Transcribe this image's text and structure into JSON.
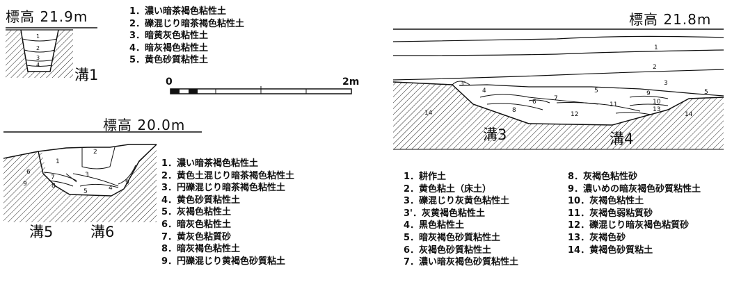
{
  "section_a": {
    "elevation": "標高 21.9m",
    "trench_label": "溝1",
    "layer_numbers": [
      "1",
      "2",
      "3",
      "4"
    ],
    "legend": [
      "1．濃い暗茶褐色粘性土",
      "2．礫混じり暗茶褐色粘性土",
      "3．暗黄灰色粘性土",
      "4．暗灰褐色粘性土",
      "5．黄色砂質粘性土"
    ]
  },
  "scale_bar": {
    "start_label": "0",
    "end_label": "2m"
  },
  "section_b": {
    "elevation": "標高 20.0m",
    "trench_labels": [
      "溝5",
      "溝6"
    ],
    "layer_numbers": [
      "1",
      "2",
      "3",
      "4",
      "5",
      "6",
      "7",
      "8",
      "9",
      "9"
    ],
    "legend": [
      "1．濃い暗茶褐色粘性土",
      "2．黄色土混じり暗茶褐色粘性土",
      "3．円礫混じり暗茶褐色粘性土",
      "4．黄色砂質粘性土",
      "5．灰褐色粘性土",
      "6．暗灰色粘性土",
      "7．黄灰色粘質砂",
      "8．暗灰褐色粘性土",
      "9．円礫混じり黄褐色砂質粘土"
    ]
  },
  "section_c": {
    "elevation": "標高 21.8m",
    "trench_labels": [
      "溝3",
      "溝4"
    ],
    "layer_numbers": [
      "1",
      "2",
      "3",
      "3'",
      "4",
      "5",
      "5",
      "6",
      "7",
      "8",
      "9",
      "10",
      "11",
      "12",
      "13",
      "14",
      "14"
    ],
    "legend_left": [
      "1．耕作土",
      "2．黄色粘土（床土）",
      "3．礫混じり灰黄色粘性土",
      "3'．灰黄褐色粘性土",
      "4．黒色粘性土",
      "5．暗灰褐色砂質粘性土",
      "6．灰褐色砂質粘性土",
      "7．濃い暗灰褐色砂質粘性土"
    ],
    "legend_right": [
      "8．灰褐色粘性砂",
      "9．濃いめの暗灰褐色砂質粘性土",
      "10．灰褐色粘性土",
      "11．灰褐色弱粘質砂",
      "12．礫混じり暗灰褐色粘質砂",
      "13．灰褐色砂",
      "14．黄褐色砂質粘土"
    ]
  }
}
